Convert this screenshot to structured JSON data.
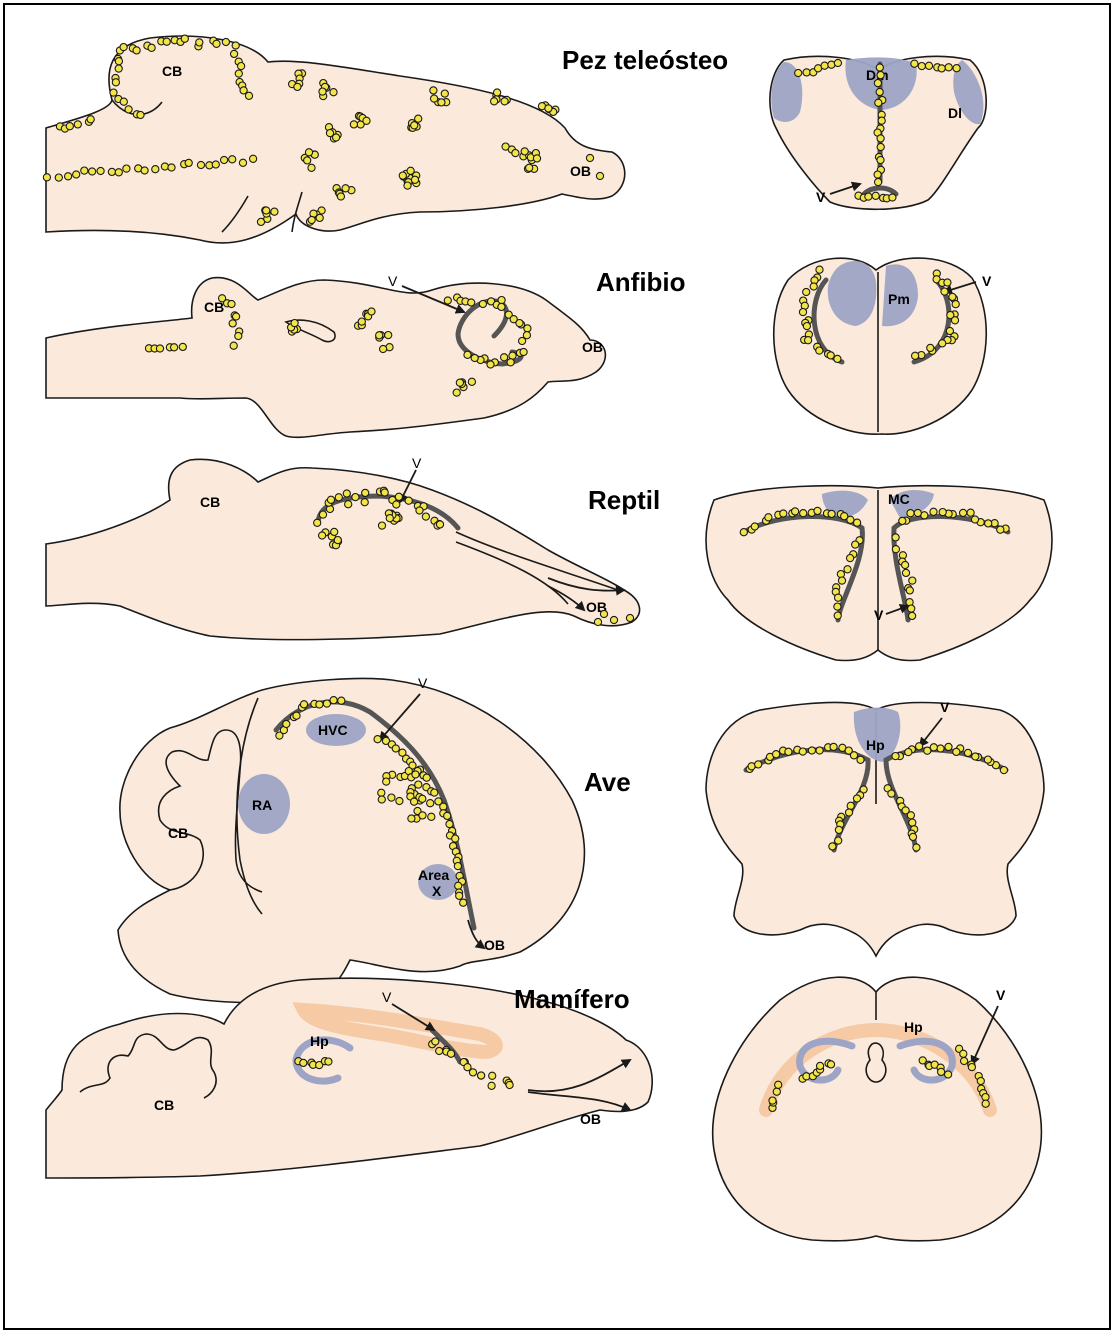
{
  "rows": [
    {
      "title": "Pez teleósteo",
      "sagittal_labels": {
        "cb": "CB",
        "ob": "OB"
      },
      "coronal_labels": {
        "dm": "Dm",
        "dl": "Dl",
        "v": "V"
      }
    },
    {
      "title": "Anfibio",
      "sagittal_labels": {
        "cb": "CB",
        "ob": "OB",
        "v": "V"
      },
      "coronal_labels": {
        "pm": "Pm",
        "v": "V"
      }
    },
    {
      "title": "Reptil",
      "sagittal_labels": {
        "cb": "CB",
        "ob": "OB",
        "v": "V"
      },
      "coronal_labels": {
        "mc": "MC",
        "v": "V"
      }
    },
    {
      "title": "Ave",
      "sagittal_labels": {
        "cb": "CB",
        "ob": "OB",
        "v": "V",
        "hvc": "HVC",
        "ra": "RA",
        "area1": "Area",
        "area2": "X"
      },
      "coronal_labels": {
        "hp": "Hp",
        "v": "V"
      }
    },
    {
      "title": "Mamífero",
      "sagittal_labels": {
        "cb": "CB",
        "ob": "OB",
        "v": "V",
        "hp": "Hp"
      },
      "coronal_labels": {
        "hp": "Hp",
        "v": "V"
      }
    }
  ],
  "colors": {
    "tissue": "#fbeadb",
    "region": "#9ea4c6",
    "cell": "#f3e44a",
    "migration_stream": "#f4c79f"
  }
}
